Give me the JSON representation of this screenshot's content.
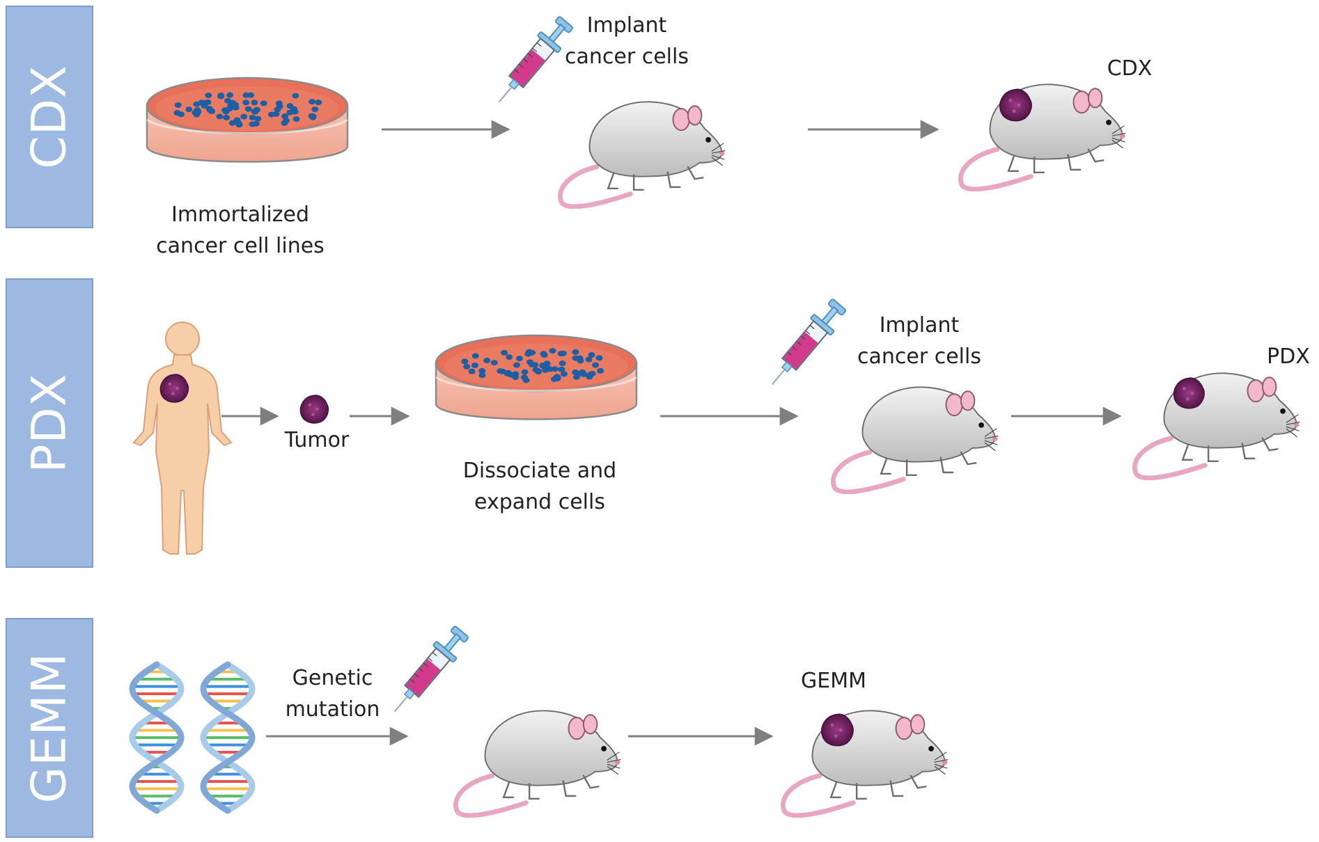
{
  "rows": {
    "cdx": {
      "label": "CDX",
      "dish_caption": [
        "Immortalized",
        "cancer cell lines"
      ],
      "implant_caption": [
        "Implant",
        "cancer cells"
      ],
      "result_label": "CDX"
    },
    "pdx": {
      "label": "PDX",
      "tumor_label": "Tumor",
      "dish_caption": [
        "Dissociate and",
        "expand cells"
      ],
      "implant_caption": [
        "Implant",
        "cancer cells"
      ],
      "result_label": "PDX"
    },
    "gemm": {
      "label": "GEMM",
      "mutation_caption": [
        "Genetic",
        "mutation"
      ],
      "result_label": "GEMM"
    }
  },
  "colors": {
    "label_fill": "#9db9e2",
    "arrow": "#7f7f7f",
    "mouse_body": "#d9d9d9",
    "mouse_tail": "#e8a6c0",
    "tumor": "#6b1f5a",
    "dish_medium": "#e8705a",
    "cells": "#1e5fa3",
    "syringe_fluid": "#d23a8c",
    "skin": "#f6cfa9"
  }
}
